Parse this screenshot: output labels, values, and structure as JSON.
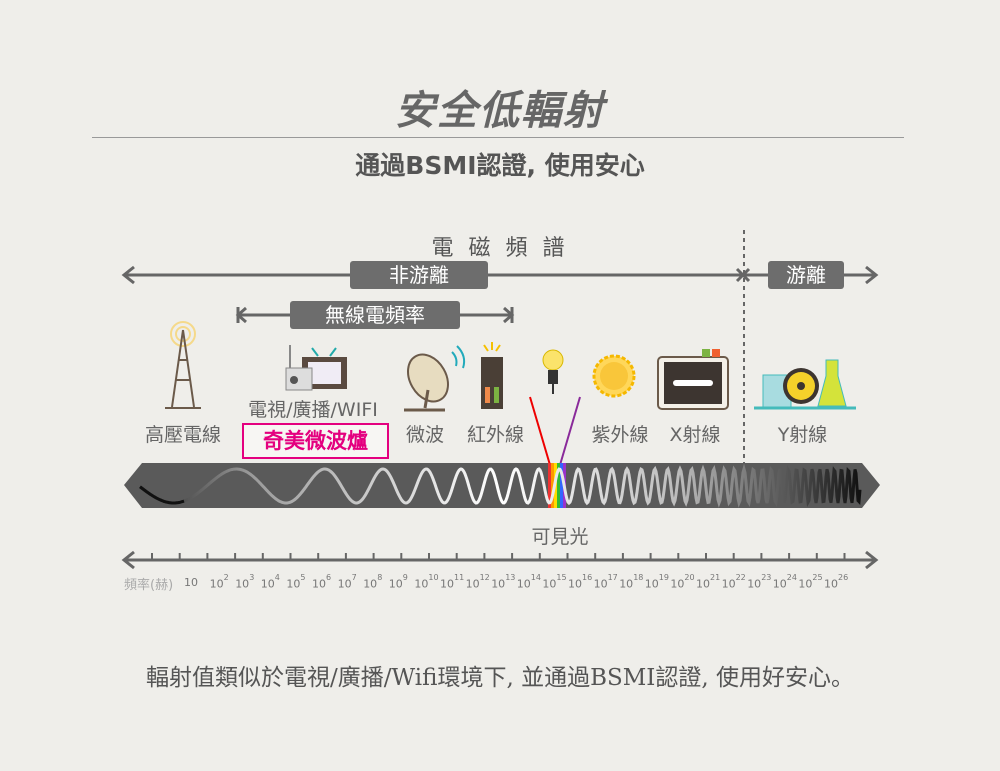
{
  "title": "安全低輻射",
  "subtitle": "通過BSMI認證, 使用安心",
  "spectrum_title": "電 磁 頻 譜",
  "non_ionizing": "非游離",
  "ionizing": "游離",
  "wireless_freq": "無線電頻率",
  "items": [
    {
      "label": "高壓電線",
      "icon": "transmission-tower-icon"
    },
    {
      "label": "電視/廣播/WIFI",
      "icon": "tv-radio-icon"
    },
    {
      "label": "微波",
      "icon": "satellite-dish-icon"
    },
    {
      "label": "紅外線",
      "icon": "heater-icon"
    },
    {
      "label": "紫外線",
      "icon": "sun-icon"
    },
    {
      "label": "X射線",
      "icon": "xray-bone-icon"
    },
    {
      "label": "Y射線",
      "icon": "radiation-flask-icon"
    }
  ],
  "highlight": "奇美微波爐",
  "visible_light": "可見光",
  "frequency_label": "頻率(赫)",
  "frequency_exponents": [
    1,
    2,
    3,
    4,
    5,
    6,
    7,
    8,
    9,
    10,
    11,
    12,
    13,
    14,
    15,
    16,
    17,
    18,
    19,
    20,
    21,
    22,
    23,
    24,
    25,
    26
  ],
  "footer": "輻射值類似於電視/廣播/Wifi環境下, 並通過BSMI認證, 使用好安心。",
  "colors": {
    "highlight": "#e4007f",
    "band": "#5a5a5a",
    "pill": "#6d6d6d"
  }
}
